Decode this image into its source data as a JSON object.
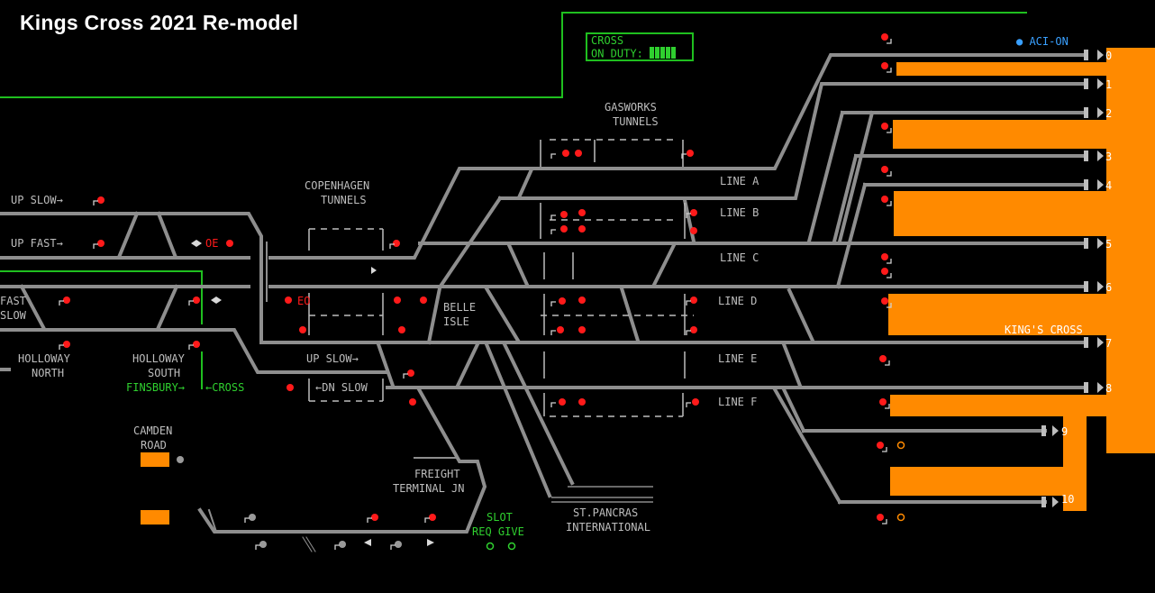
{
  "header": {
    "title": "Kings Cross 2021 Re-model"
  },
  "status": {
    "aci": "● ACI-ON",
    "cross_label": "CROSS",
    "on_duty_label": "ON DUTY:",
    "accent_green": "#2fd02f",
    "accent_blue": "#39a0ff",
    "platform_orange": "#ff8a00"
  },
  "platforms": [
    "0",
    "1",
    "2",
    "3",
    "4",
    "5",
    "6",
    "7",
    "8",
    "9",
    "10"
  ],
  "lines": {
    "up_slow_left": "UP SLOW→",
    "up_fast_left": "UP FAST→",
    "fast": "FAST",
    "slow": "SLOW",
    "line_a": "LINE A",
    "line_b": "LINE B",
    "line_c": "LINE C",
    "line_d": "LINE D",
    "line_e": "LINE E",
    "line_f": "LINE F",
    "up_slow_mid": "UP SLOW→",
    "dn_slow_mid": "←DN SLOW"
  },
  "places": {
    "copenhagen_1": "COPENHAGEN",
    "copenhagen_2": "TUNNELS",
    "gasworks_1": "GASWORKS",
    "gasworks_2": "TUNNELS",
    "belle_1": "BELLE",
    "belle_2": "ISLE",
    "holloway_n_1": "HOLLOWAY",
    "holloway_n_2": "NORTH",
    "holloway_s_1": "HOLLOWAY",
    "holloway_s_2": "SOUTH",
    "finsbury": "FINSBURY→",
    "cross_arrow": "←CROSS",
    "camden_1": "CAMDEN",
    "camden_2": "ROAD",
    "freight_1": "FREIGHT",
    "freight_2": "TERMINAL JN",
    "slot_1": "SLOT",
    "slot_2": "REQ GIVE",
    "stpancras_1": "ST.PANCRAS",
    "stpancras_2": "INTERNATIONAL",
    "kings_cross": "KING'S CROSS",
    "oe": "OE",
    "eo": "EO"
  }
}
